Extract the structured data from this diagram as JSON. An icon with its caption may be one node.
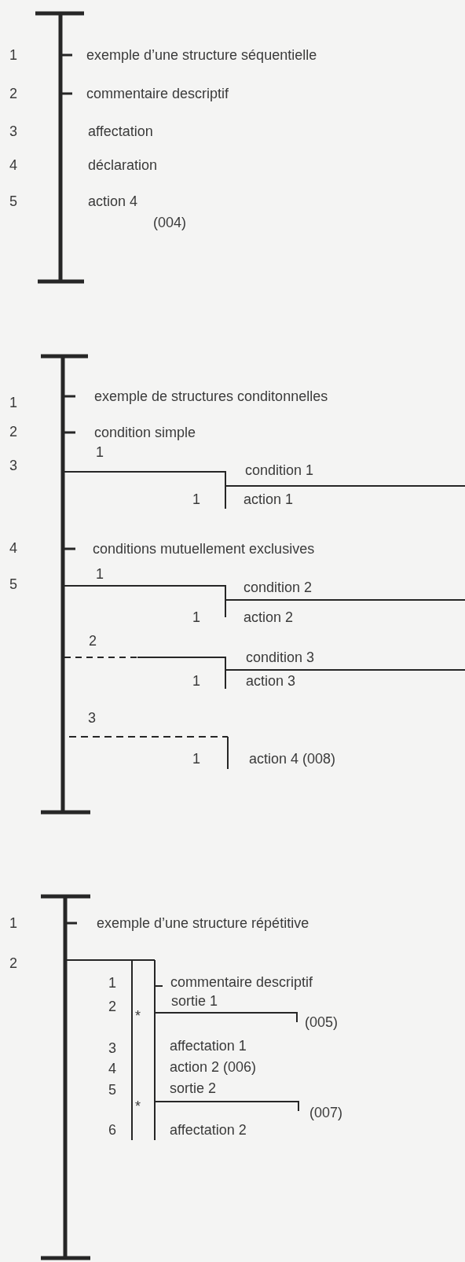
{
  "diagram": {
    "labels": [
      "1",
      "exemple d’une structure séquentielle",
      "2",
      "commentaire descriptif",
      "3",
      "affectation",
      "4",
      "déclaration",
      "5",
      "action 4",
      "(004)",
      "1",
      "exemple de structures conditonnelles",
      "2",
      "condition simple",
      "1",
      "3",
      "condition 1",
      "1",
      "action 1",
      "4",
      "conditions mutuellement exclusives",
      "1",
      "5",
      "condition 2",
      "1",
      "action 2",
      "2",
      "condition 3",
      "1",
      "action 3",
      "3",
      "1",
      "action 4 (008)",
      "1",
      "exemple d’une structure répétitive",
      "2",
      "1",
      "commentaire descriptif",
      "2",
      "sortie 1",
      "*",
      "(005)",
      "3",
      "affectation 1",
      "4",
      "action 2 (006)",
      "5",
      "sortie 2",
      "*",
      "(007)",
      "6",
      "affectation 2"
    ]
  }
}
